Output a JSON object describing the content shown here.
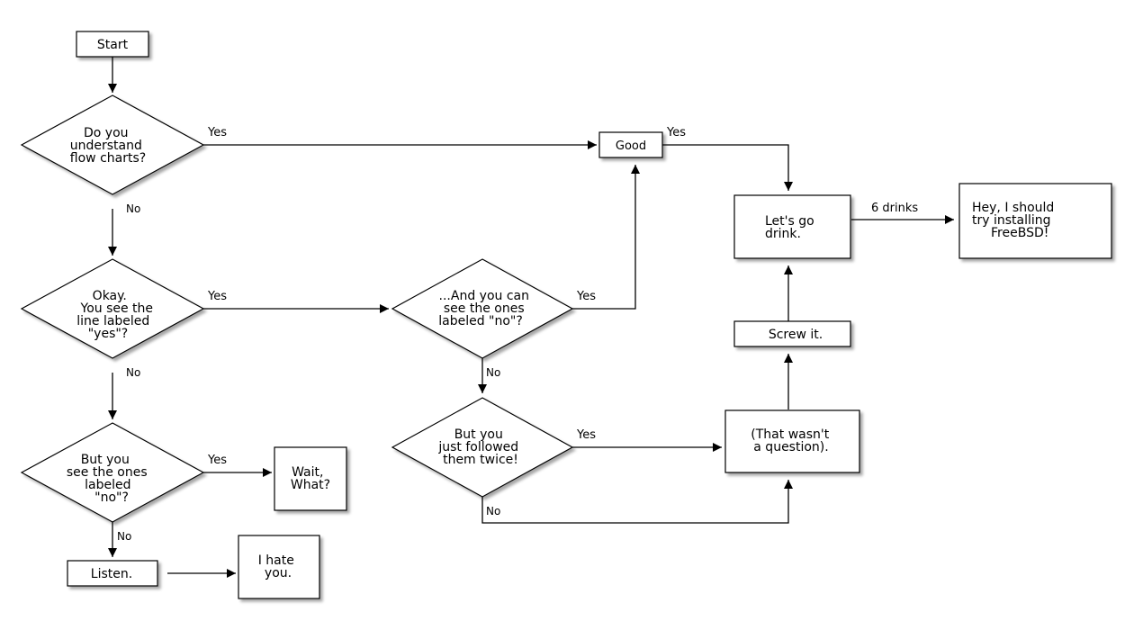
{
  "nodes": {
    "start": "Start",
    "understand": [
      "Do you",
      "understand",
      "flow charts?"
    ],
    "good": "Good",
    "okay": [
      "Okay.",
      "You see the",
      "line labeled",
      "\"yes\"?"
    ],
    "and_you_can": [
      "...And you can",
      "see the ones",
      "labeled \"no\"?"
    ],
    "but_see": [
      "But you",
      "see the ones",
      "labeled",
      "\"no\"?"
    ],
    "wait": [
      "Wait,",
      "What?"
    ],
    "listen": "Listen.",
    "hate": [
      "I hate",
      "you."
    ],
    "followed": [
      "But you",
      "just followed",
      "them twice!"
    ],
    "wasnt": [
      "(That wasn't",
      "a question)."
    ],
    "screw": "Screw it.",
    "drink": [
      "Let's go",
      "drink."
    ],
    "freebsd": [
      "Hey, I should",
      "try installing",
      "FreeBSD!"
    ]
  },
  "edges": {
    "understand_yes": "Yes",
    "understand_no": "No",
    "good_yes": "Yes",
    "okay_yes": "Yes",
    "okay_no": "No",
    "andyou_yes": "Yes",
    "andyou_no": "No",
    "butsee_yes": "Yes",
    "butsee_no": "No",
    "followed_yes": "Yes",
    "followed_no": "No",
    "drinks": "6 drinks"
  }
}
